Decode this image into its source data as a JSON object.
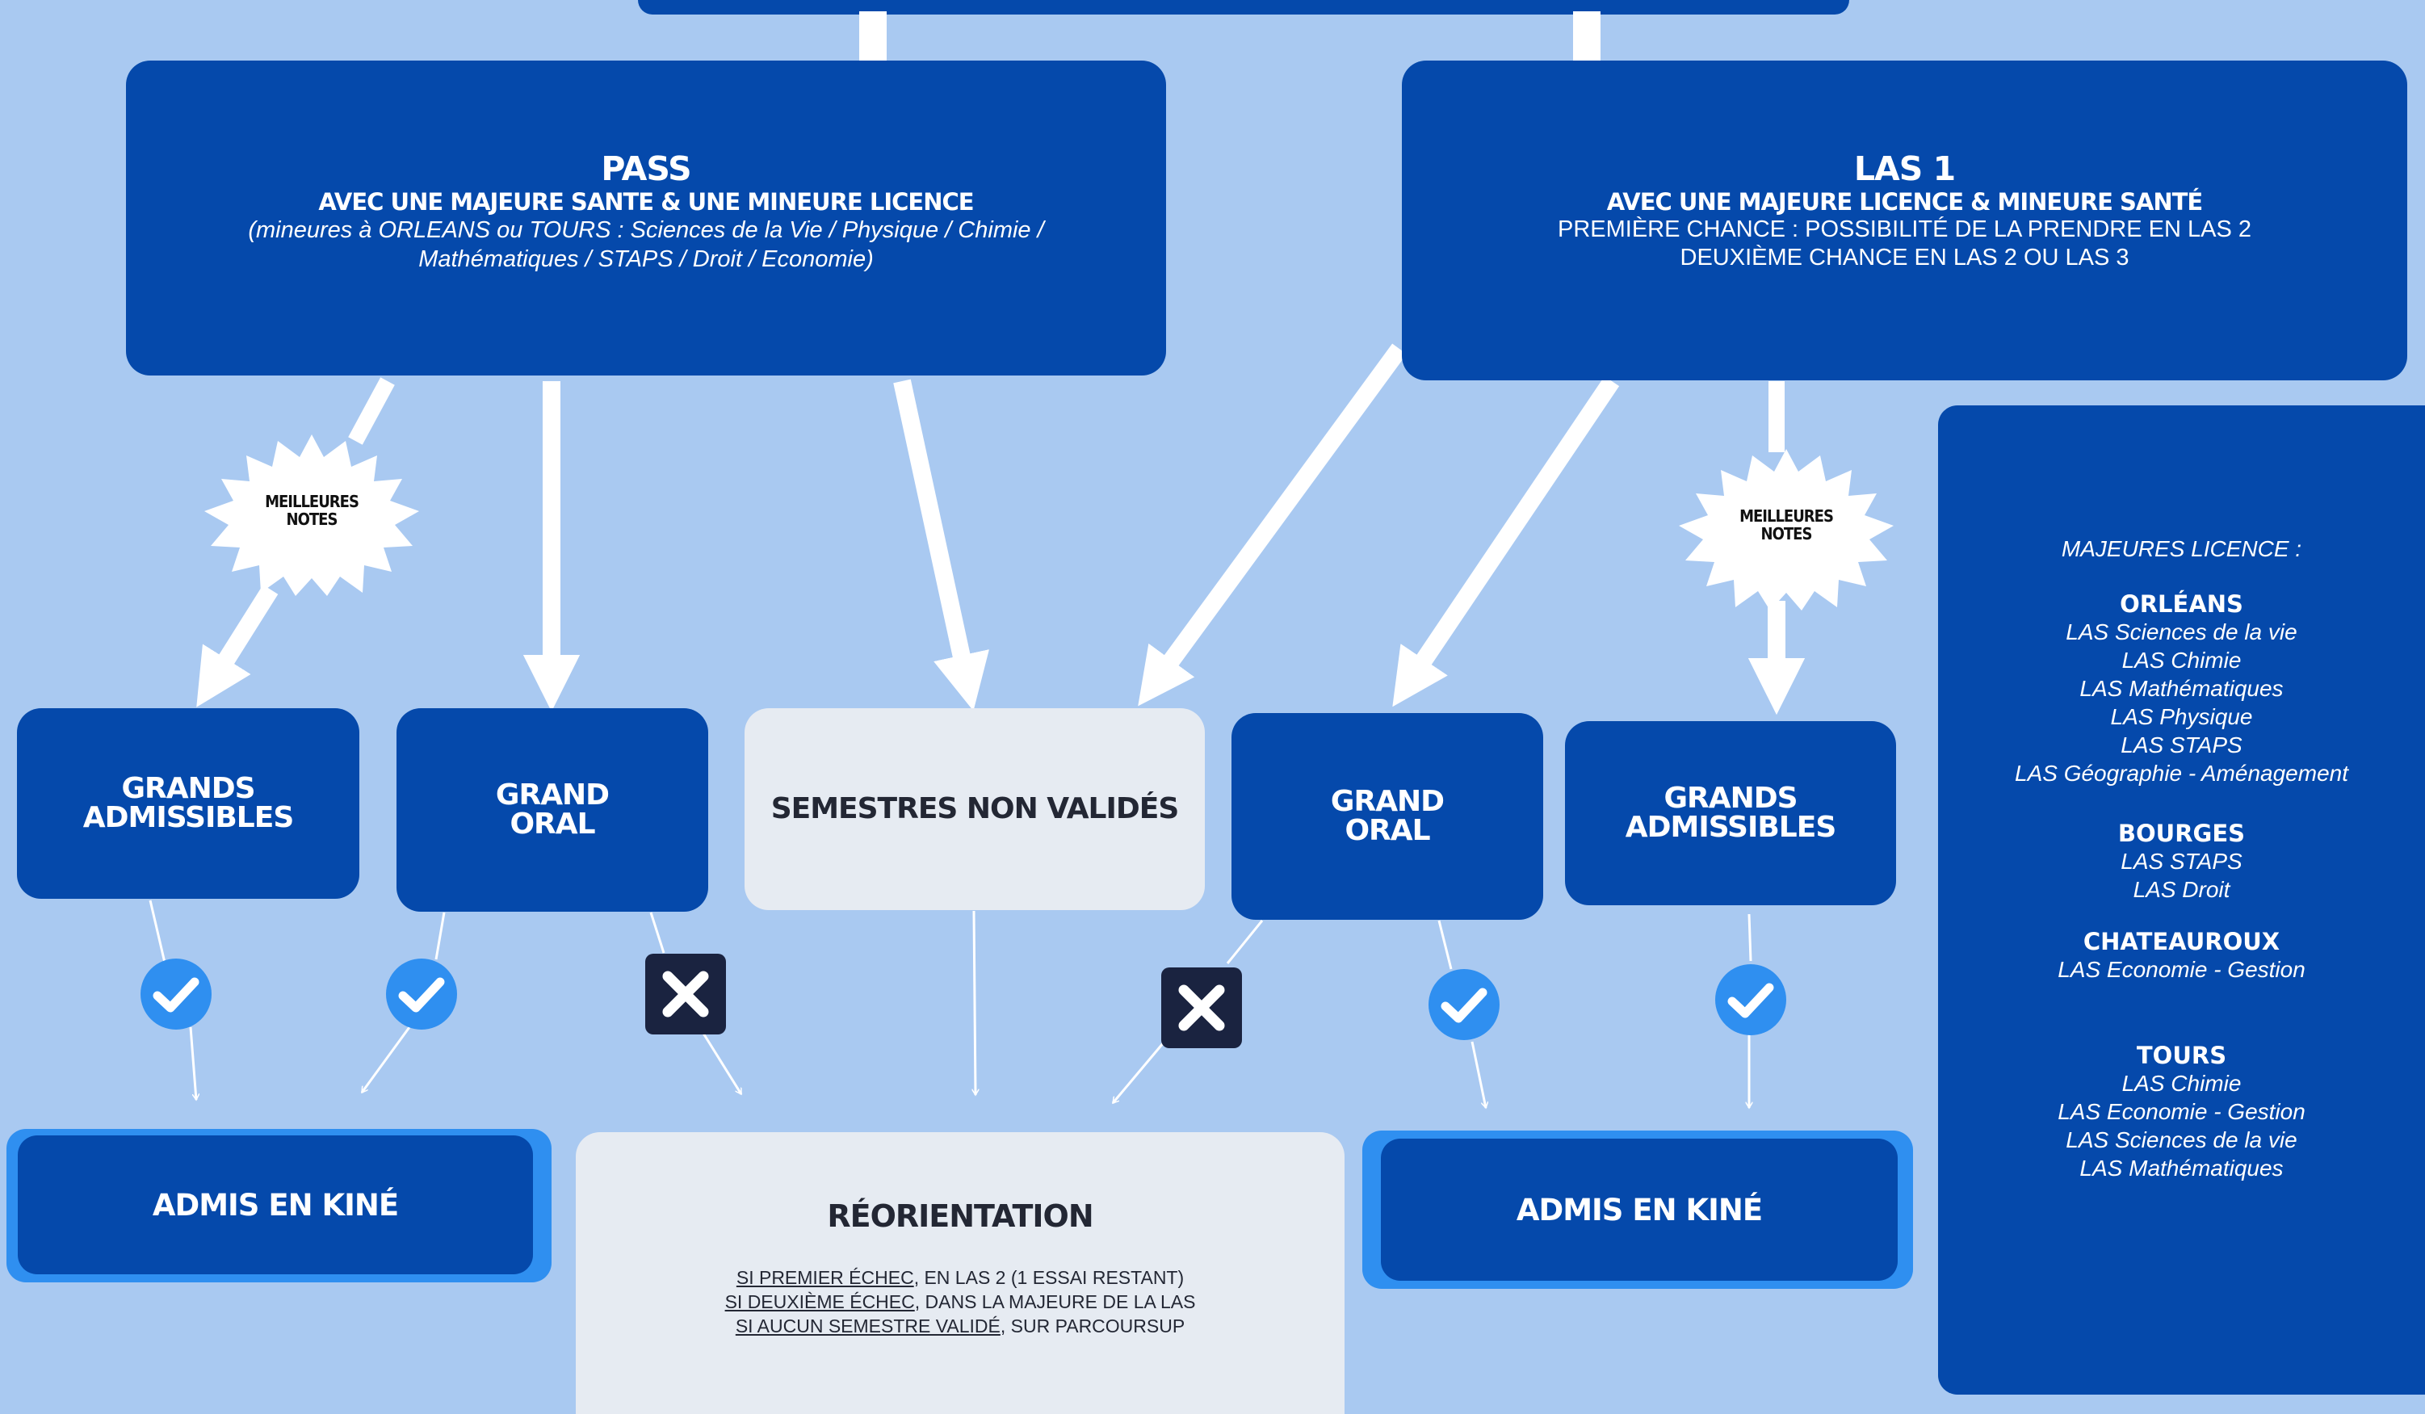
{
  "pass": {
    "title": "PASS",
    "subtitle": "AVEC UNE MAJEURE SANTE & UNE MINEURE LICENCE",
    "details": "(mineures à ORLEANS ou TOURS : Sciences de la Vie / Physique / Chimie / Mathématiques / STAPS / Droit / Economie)"
  },
  "las1": {
    "title": "LAS 1",
    "subtitle": "AVEC UNE MAJEURE LICENCE & MINEURE SANTÉ",
    "line1": "PREMIÈRE CHANCE : POSSIBILITÉ DE LA PRENDRE EN LAS 2",
    "line2": "DEUXIÈME CHANCE EN LAS 2 OU LAS 3"
  },
  "badges": {
    "left": "MEILLEURES NOTES",
    "right": "MEILLEURES NOTES"
  },
  "nodes": {
    "grands_admissibles_left": "GRANDS ADMISSIBLES",
    "grand_oral_left": "GRAND ORAL",
    "semestres_non_valides": "SEMESTRES NON VALIDÉS",
    "grand_oral_right": "GRAND ORAL",
    "grands_admissibles_right": "GRANDS ADMISSIBLES",
    "admis_kine_left": "ADMIS EN KINÉ",
    "admis_kine_right": "ADMIS EN KINÉ"
  },
  "reorientation": {
    "title": "RÉORIENTATION",
    "rows": [
      {
        "prefix": "SI PREMIER ÉCHEC",
        "rest": ", EN LAS 2 (1 ESSAI RESTANT)"
      },
      {
        "prefix": "SI DEUXIÈME ÉCHEC",
        "rest": ", DANS LA MAJEURE DE LA LAS"
      },
      {
        "prefix": "SI AUCUN SEMESTRE VALIDÉ",
        "rest": ", SUR PARCOURSUP"
      }
    ]
  },
  "majeures": {
    "header": "MAJEURES LICENCE :",
    "groups": [
      {
        "city": "ORLÉANS",
        "items": [
          "LAS Sciences de la vie",
          "LAS Chimie",
          "LAS Mathématiques",
          "LAS Physique",
          "LAS STAPS",
          "LAS Géographie - Aménagement"
        ]
      },
      {
        "city": "BOURGES",
        "items": [
          "LAS STAPS",
          "LAS Droit"
        ]
      },
      {
        "city": "CHATEAUROUX",
        "items": [
          "LAS Economie - Gestion"
        ]
      },
      {
        "city": "TOURS",
        "items": [
          "LAS Chimie",
          "LAS Economie - Gestion",
          "LAS Sciences de la vie",
          "LAS Mathématiques"
        ]
      }
    ]
  },
  "colors": {
    "background": "#a9c9f1",
    "box_blue": "#0549ab",
    "box_light": "#e6ebf2",
    "check": "#2f8ff0",
    "cross_bg": "#1a2340"
  },
  "icons": {
    "check": "check-circle-icon",
    "cross": "cross-square-icon",
    "arrow": "arrow-down-icon",
    "badge": "starburst-badge-icon"
  }
}
